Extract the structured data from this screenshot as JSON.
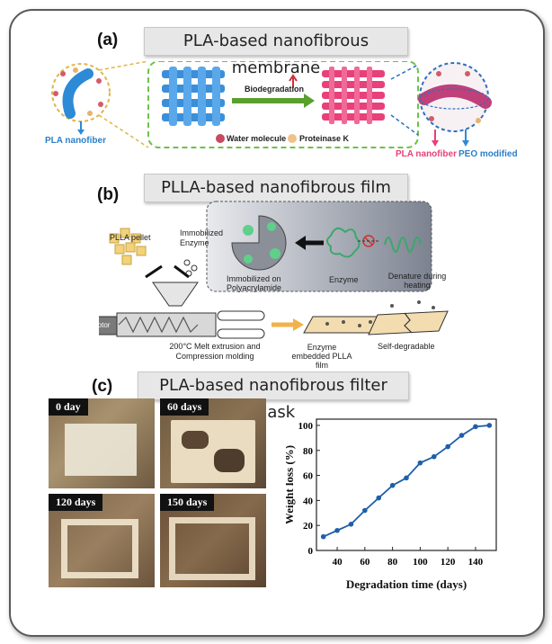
{
  "panel_a": {
    "label": "(a)",
    "title": "PLA-based nanofibrous membrane",
    "pla_nanofiber_left": "PLA nanofiber",
    "biodegradation": "Biodegradation",
    "water_molecule": "Water molecule",
    "proteinase_k": "Proteinase K",
    "pla_nanofiber_right": "PLA nanofiber",
    "peo_modified": "PEO modified"
  },
  "panel_b": {
    "label": "(b)",
    "title": "PLLA-based nanofibrous film",
    "plla_pellet": "PLLA pellet",
    "immobilized_enzyme": "Immobilized Enzyme",
    "immobilized_on": "Immobilized on Polyacrylamide",
    "enzyme": "Enzyme",
    "denature": "Denature during heating",
    "motor": "Motor",
    "melt_extrusion": "200°C Melt extrusion and Compression molding",
    "enzyme_embedded": "Enzyme embedded PLLA film",
    "self_degradable": "Self-degradable"
  },
  "panel_c": {
    "label": "(c)",
    "title": "PLA-based nanofibrous filter mask",
    "photos": [
      "0 day",
      "60 days",
      "120 days",
      "150 days"
    ]
  },
  "colors": {
    "mesh_blue": "#3b8fd9",
    "mesh_pink": "#e8407a",
    "dash_green": "#6cc24a",
    "line_blue": "#1f5fa8",
    "arrow_green": "#5aa02c"
  },
  "chart_data": {
    "type": "line",
    "xlabel": "Degradation time (days)",
    "ylabel": "Weight loss (%)",
    "xlim": [
      25,
      155
    ],
    "ylim": [
      0,
      105
    ],
    "xticks": [
      40,
      60,
      80,
      100,
      120,
      140
    ],
    "yticks": [
      0,
      20,
      40,
      60,
      80,
      100
    ],
    "x": [
      30,
      40,
      50,
      60,
      70,
      80,
      90,
      100,
      110,
      120,
      130,
      140,
      150
    ],
    "y": [
      11,
      16,
      21,
      32,
      42,
      52,
      58,
      70,
      75,
      83,
      92,
      99,
      100
    ]
  }
}
